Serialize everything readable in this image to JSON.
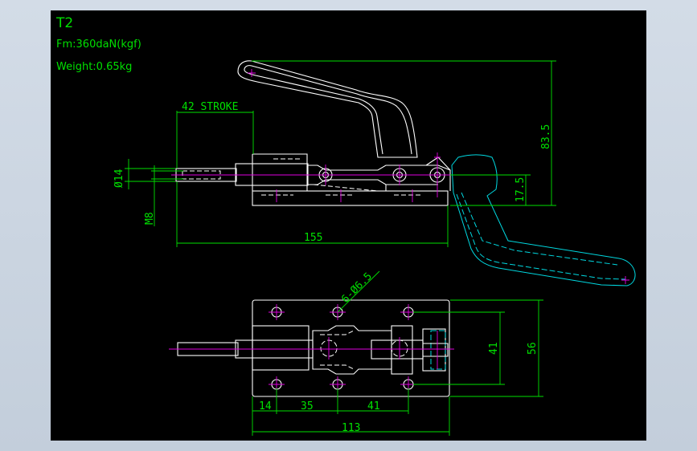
{
  "title_block": {
    "model": "T2",
    "force": "Fm:360daN(kgf)",
    "weight": "Weight:0.65kg"
  },
  "side_view_dims": {
    "stroke": "42 STROKE",
    "rod_diameter": "Ø14",
    "thread": "M8",
    "overall_length": "155",
    "height": "83.5",
    "base_height": "17.5"
  },
  "top_view_dims": {
    "holes": "6-Ø6.5",
    "d14": "14",
    "d35": "35",
    "d41_h": "41",
    "d113": "113",
    "d41_v": "41",
    "d56": "56"
  },
  "colors": {
    "background": "#000000",
    "outline": "#ffffff",
    "dimension": "#00e000",
    "centerline": "#e000e0",
    "handle_alt": "#00d8e0"
  }
}
